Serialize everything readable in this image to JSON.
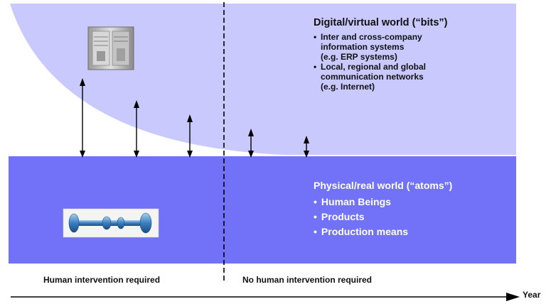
{
  "digital": {
    "title": "Digital/virtual world (“bits”)",
    "items": [
      {
        "line1": "Inter and cross-company",
        "line2": "information systems",
        "line3": "(e.g. ERP systems)"
      },
      {
        "line1": "Local, regional and global",
        "line2": "communication networks",
        "line3": "(e.g. Internet)"
      }
    ]
  },
  "physical": {
    "title": "Physical/real world (“atoms”)",
    "items": [
      "Human Beings",
      "Products",
      "Production means"
    ]
  },
  "timeline": {
    "left_label": "Human intervention required",
    "right_label": "No human intervention required",
    "axis_label": "Year"
  },
  "bullet": "•",
  "colors": {
    "digital_region": "#c9c9fd",
    "physical_region": "#7272f8",
    "arrow": "#000000"
  },
  "icons": {
    "server": "server-rack-icon",
    "part": "mechanical-shaft-icon"
  }
}
